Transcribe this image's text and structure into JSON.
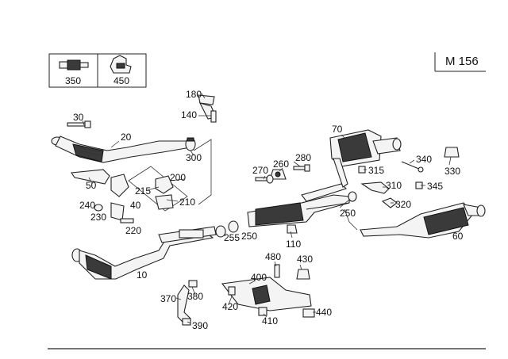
{
  "model_code": "M 156",
  "legend_box_labels": [
    "350",
    "450"
  ],
  "callouts": [
    {
      "id": "10",
      "text": "10"
    },
    {
      "id": "20",
      "text": "20"
    },
    {
      "id": "30",
      "text": "30"
    },
    {
      "id": "40",
      "text": "40"
    },
    {
      "id": "50",
      "text": "50"
    },
    {
      "id": "60",
      "text": "60"
    },
    {
      "id": "70",
      "text": "70"
    },
    {
      "id": "110",
      "text": "110"
    },
    {
      "id": "140",
      "text": "140"
    },
    {
      "id": "180",
      "text": "180"
    },
    {
      "id": "200",
      "text": "200"
    },
    {
      "id": "210",
      "text": "210"
    },
    {
      "id": "215",
      "text": "215"
    },
    {
      "id": "220",
      "text": "220"
    },
    {
      "id": "230",
      "text": "230"
    },
    {
      "id": "240",
      "text": "240"
    },
    {
      "id": "250a",
      "text": "250"
    },
    {
      "id": "250b",
      "text": "250"
    },
    {
      "id": "255",
      "text": "255"
    },
    {
      "id": "260",
      "text": "260"
    },
    {
      "id": "270",
      "text": "270"
    },
    {
      "id": "280",
      "text": "280"
    },
    {
      "id": "300",
      "text": "300"
    },
    {
      "id": "310",
      "text": "310"
    },
    {
      "id": "315",
      "text": "315"
    },
    {
      "id": "320",
      "text": "320"
    },
    {
      "id": "330",
      "text": "330"
    },
    {
      "id": "340",
      "text": "340"
    },
    {
      "id": "345",
      "text": "345"
    },
    {
      "id": "370",
      "text": "370"
    },
    {
      "id": "380",
      "text": "380"
    },
    {
      "id": "390",
      "text": "390"
    },
    {
      "id": "400",
      "text": "400"
    },
    {
      "id": "410",
      "text": "410"
    },
    {
      "id": "420",
      "text": "420"
    },
    {
      "id": "430",
      "text": "430"
    },
    {
      "id": "440",
      "text": "440"
    },
    {
      "id": "480",
      "text": "480"
    }
  ]
}
